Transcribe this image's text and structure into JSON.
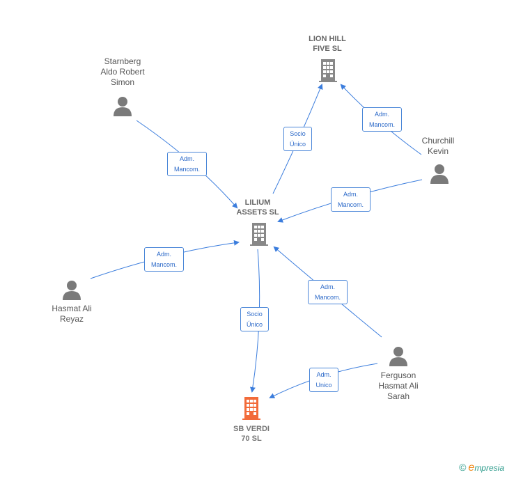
{
  "nodes": {
    "lion_hill": {
      "line1": "LION HILL",
      "line2": "FIVE  SL",
      "color": "#888888"
    },
    "lilium": {
      "line1": "LILIUM",
      "line2": "ASSETS  SL",
      "color": "#888888"
    },
    "sb_verdi": {
      "line1": "SB VERDI",
      "line2": "70  SL",
      "color": "#f26b3a"
    },
    "starnberg": {
      "line1": "Starnberg",
      "line2": "Aldo Robert",
      "line3": "Simon"
    },
    "churchill": {
      "line1": "Churchill",
      "line2": "Kevin"
    },
    "hasmat": {
      "line1": "Hasmat Ali",
      "line2": "Reyaz"
    },
    "ferguson": {
      "line1": "Ferguson",
      "line2": "Hasmat Ali",
      "line3": "Sarah"
    }
  },
  "edges": {
    "starnberg_lilium": {
      "line1": "Adm.",
      "line2": "Mancom."
    },
    "lilium_lionhill": {
      "line1": "Socio",
      "line2": "Único"
    },
    "churchill_lionhill": {
      "line1": "Adm.",
      "line2": "Mancom."
    },
    "churchill_lilium": {
      "line1": "Adm.",
      "line2": "Mancom."
    },
    "hasmat_lilium": {
      "line1": "Adm.",
      "line2": "Mancom."
    },
    "ferguson_lilium": {
      "line1": "Adm.",
      "line2": "Mancom."
    },
    "lilium_sbverdi": {
      "line1": "Socio",
      "line2": "Único"
    },
    "ferguson_sbverdi": {
      "line1": "Adm.",
      "line2": "Unico"
    }
  },
  "brand": {
    "copyright": "©",
    "e": "e",
    "rest": "mpresia"
  },
  "colors": {
    "edge": "#3b7ddd",
    "person": "#7a7a7a",
    "company": "#888888",
    "focus": "#f26b3a"
  }
}
